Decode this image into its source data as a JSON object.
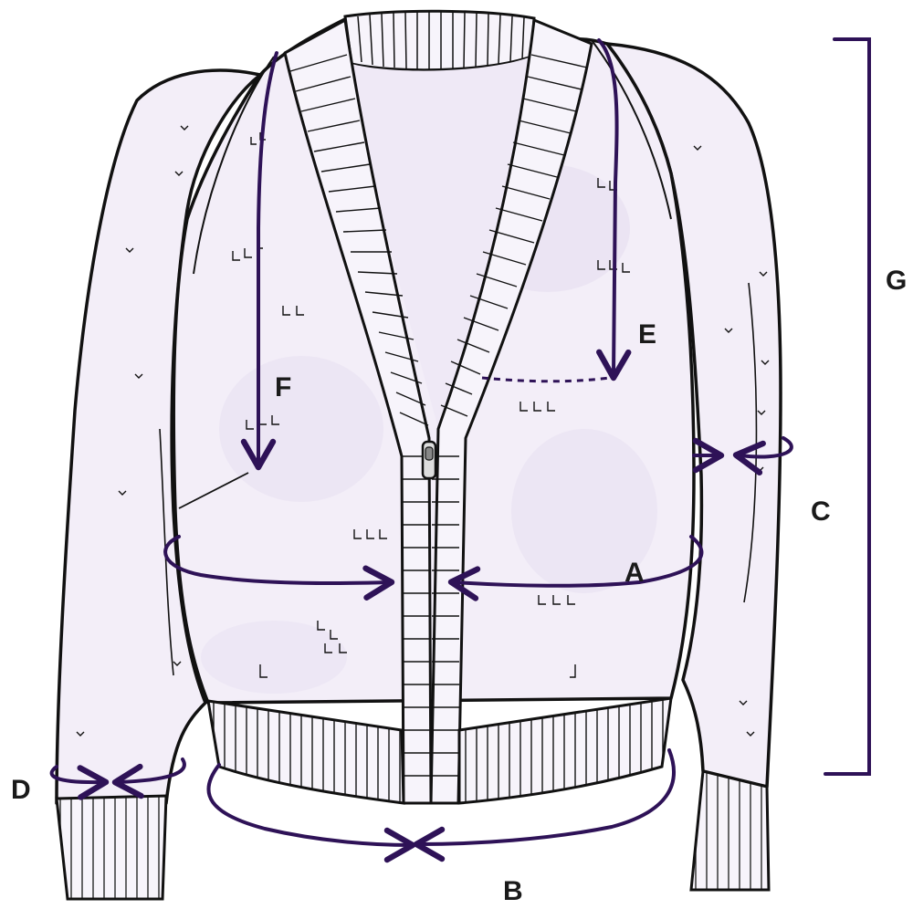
{
  "labels": {
    "a": "A",
    "b": "B",
    "c": "C",
    "d": "D",
    "e": "E",
    "f": "F",
    "g": "G"
  },
  "colors": {
    "outline": "#111111",
    "measure": "#2e1257",
    "fabric": "#f3eef8",
    "shade": "#e4dcef",
    "label": "#1a1a1a"
  },
  "icons": {
    "garment": "cardigan-illustration",
    "zipper": "zipper-pull-icon"
  }
}
